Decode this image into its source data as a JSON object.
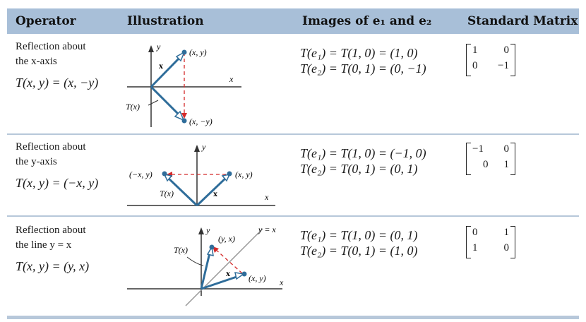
{
  "header": {
    "operator": "Operator",
    "illustration": "Illustration",
    "images": "Images of e₁ and e₂",
    "matrix": "Standard Matrix"
  },
  "rows": [
    {
      "line1": "Reflection about",
      "line2": "the x-axis",
      "formula": "T(x, y) = (x, −y)",
      "img1": "T(e₁) = T(1, 0) = (1, 0)",
      "img2": "T(e₂) = T(0, 1) = (0, −1)",
      "m11": "1",
      "m12": "0",
      "m21": "0",
      "m22": "−1",
      "labels": {
        "axis_y": "y",
        "axis_x": "x",
        "point": "(x, y)",
        "vec": "x",
        "tx": "T(x)",
        "image": "(x, −y)"
      }
    },
    {
      "line1": "Reflection about",
      "line2": "the y-axis",
      "formula": "T(x, y) = (−x, y)",
      "img1": "T(e₁) = T(1, 0) = (−1, 0)",
      "img2": "T(e₂) = T(0, 1) = (0, 1)",
      "m11": "−1",
      "m12": "0",
      "m21": "0",
      "m22": "1",
      "labels": {
        "axis_y": "y",
        "axis_x": "x",
        "point": "(x, y)",
        "vec": "x",
        "tx": "T(x)",
        "image": "(−x, y)"
      }
    },
    {
      "line1": "Reflection about",
      "line2": "the line y = x",
      "formula": "T(x, y) = (y, x)",
      "img1": "T(e₁) = T(1, 0) = (0, 1)",
      "img2": "T(e₂) = T(0, 1) = (1, 0)",
      "m11": "0",
      "m12": "1",
      "m21": "1",
      "m22": "0",
      "labels": {
        "axis_y": "y",
        "axis_x": "x",
        "point": "(x, y)",
        "vec": "x",
        "tx": "T(x)",
        "image": "(y, x)",
        "line": "y = x"
      }
    }
  ],
  "colors": {
    "header": "#a8bfd8",
    "separator": "#b7c8da",
    "vector": "#2f6d9a",
    "dashed": "#d42a2a"
  }
}
